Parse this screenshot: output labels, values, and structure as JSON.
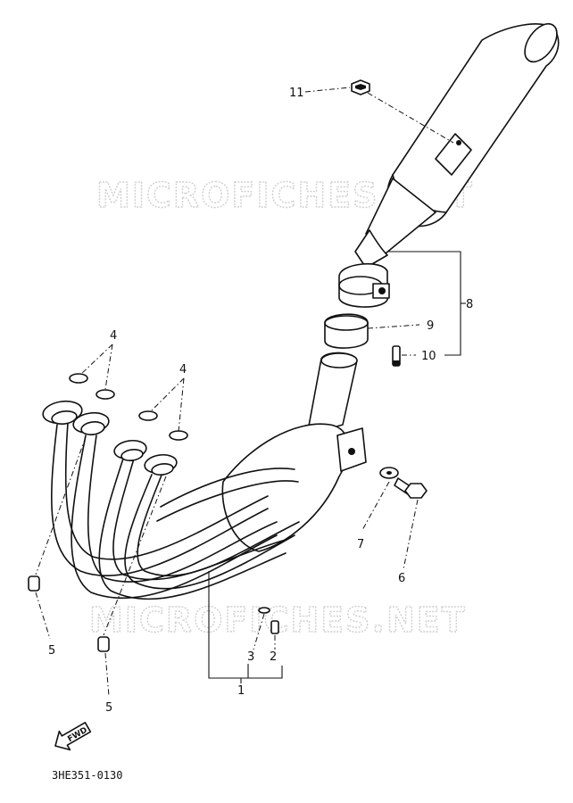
{
  "watermarks": [
    "MICROFICHES.NET",
    "MICROFICHES.NET"
  ],
  "callouts": {
    "c1": "1",
    "c2": "2",
    "c3": "3",
    "c4a": "4",
    "c4b": "4",
    "c5a": "5",
    "c5b": "5",
    "c6": "6",
    "c7": "7",
    "c8": "8",
    "c9": "9",
    "c10": "10",
    "c11": "11"
  },
  "fwd_label": "FWD",
  "drawing_code": "3HE351-0130"
}
